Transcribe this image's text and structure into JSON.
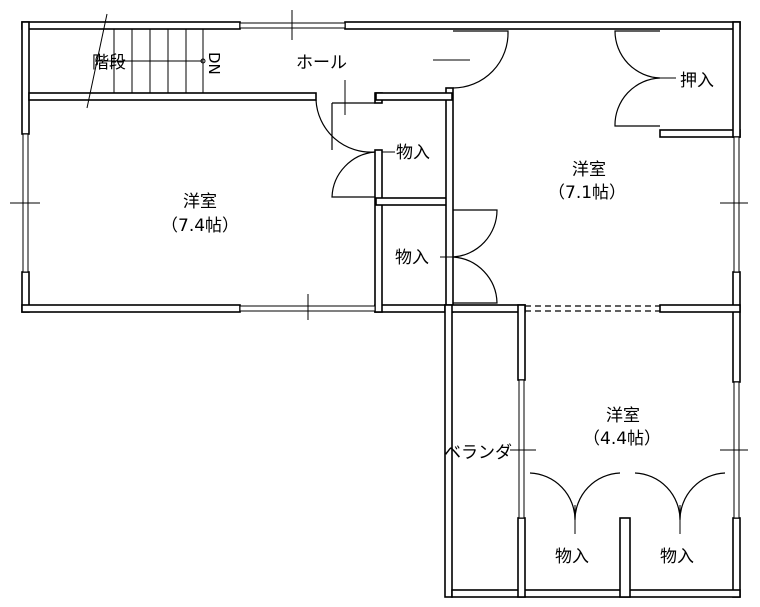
{
  "plan": {
    "stairs": {
      "label": "階段",
      "direction": "DN"
    },
    "hall": {
      "label": "ホール"
    },
    "room_left": {
      "label": "洋室",
      "size": "（7.4帖）"
    },
    "room_right": {
      "label": "洋室",
      "size": "（7.1帖）"
    },
    "room_bottom": {
      "label": "洋室",
      "size": "（4.4帖）"
    },
    "closet_upper": {
      "label": "物入"
    },
    "closet_middle": {
      "label": "物入"
    },
    "oshiire": {
      "label": "押入"
    },
    "closet_bottom_left": {
      "label": "物入"
    },
    "closet_bottom_right": {
      "label": "物入"
    },
    "veranda": {
      "label": "ベランダ"
    }
  }
}
